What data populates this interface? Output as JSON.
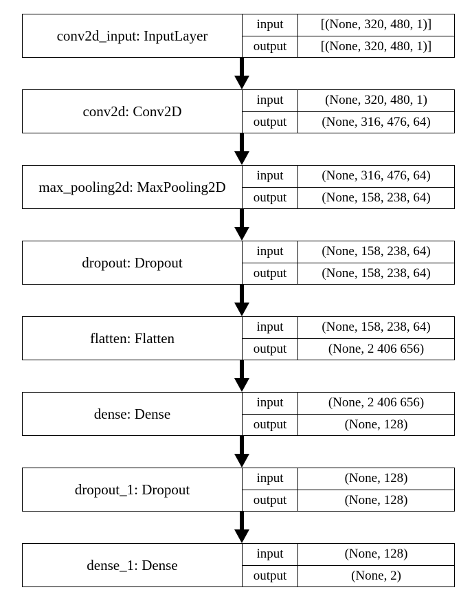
{
  "layers": [
    {
      "name": "conv2d_input: InputLayer",
      "input_label": "input",
      "input_shape": "[(None, 320, 480, 1)]",
      "output_label": "output",
      "output_shape": "[(None, 320, 480, 1)]"
    },
    {
      "name": "conv2d: Conv2D",
      "input_label": "input",
      "input_shape": "(None, 320, 480, 1)",
      "output_label": "output",
      "output_shape": "(None, 316, 476, 64)"
    },
    {
      "name": "max_pooling2d: MaxPooling2D",
      "input_label": "input",
      "input_shape": "(None, 316, 476, 64)",
      "output_label": "output",
      "output_shape": "(None, 158, 238, 64)"
    },
    {
      "name": "dropout: Dropout",
      "input_label": "input",
      "input_shape": "(None, 158, 238, 64)",
      "output_label": "output",
      "output_shape": "(None, 158, 238, 64)"
    },
    {
      "name": "flatten: Flatten",
      "input_label": "input",
      "input_shape": "(None, 158, 238, 64)",
      "output_label": "output",
      "output_shape": "(None, 2 406 656)"
    },
    {
      "name": "dense: Dense",
      "input_label": "input",
      "input_shape": "(None, 2 406 656)",
      "output_label": "output",
      "output_shape": "(None, 128)"
    },
    {
      "name": "dropout_1: Dropout",
      "input_label": "input",
      "input_shape": "(None, 128)",
      "output_label": "output",
      "output_shape": "(None, 128)"
    },
    {
      "name": "dense_1: Dense",
      "input_label": "input",
      "input_shape": "(None, 128)",
      "output_label": "output",
      "output_shape": "(None, 2)"
    }
  ]
}
